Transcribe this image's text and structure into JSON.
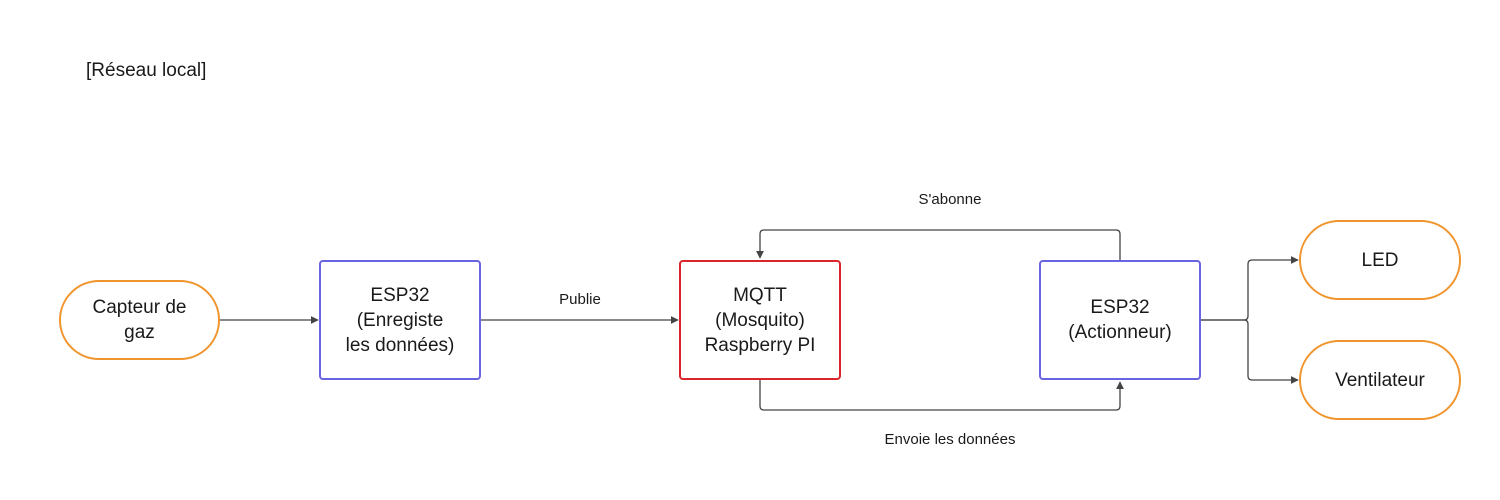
{
  "group": {
    "label": "[Réseau local]"
  },
  "nodes": {
    "gas_sensor": {
      "lines": [
        "Capteur de",
        "gaz"
      ],
      "shape": "pill"
    },
    "esp32_logger": {
      "lines": [
        "ESP32",
        "(Enregiste",
        "les données)"
      ],
      "shape": "rectangle"
    },
    "mqtt_broker": {
      "lines": [
        "MQTT",
        "(Mosquito)",
        "Raspberry PI"
      ],
      "shape": "rectangle"
    },
    "esp32_actuator": {
      "lines": [
        "ESP32",
        "(Actionneur)"
      ],
      "shape": "rectangle"
    },
    "led": {
      "lines": [
        "LED"
      ],
      "shape": "pill"
    },
    "fan": {
      "lines": [
        "Ventilateur"
      ],
      "shape": "pill"
    }
  },
  "edges": {
    "sensor_to_logger": {
      "from": "gas_sensor",
      "to": "esp32_logger",
      "label": ""
    },
    "publish": {
      "from": "esp32_logger",
      "to": "mqtt_broker",
      "label": "Publie"
    },
    "subscribe": {
      "from": "esp32_actuator",
      "to": "mqtt_broker",
      "label": "S'abonne"
    },
    "send_data": {
      "from": "mqtt_broker",
      "to": "esp32_actuator",
      "label": "Envoie les données"
    },
    "to_led": {
      "from": "esp32_actuator",
      "to": "led",
      "label": ""
    },
    "to_fan": {
      "from": "esp32_actuator",
      "to": "fan",
      "label": ""
    }
  },
  "colors": {
    "pill_border": "#f0952e",
    "esp32_border": "#6b63e3",
    "mqtt_border": "#d8262b",
    "edge": "#444444"
  }
}
